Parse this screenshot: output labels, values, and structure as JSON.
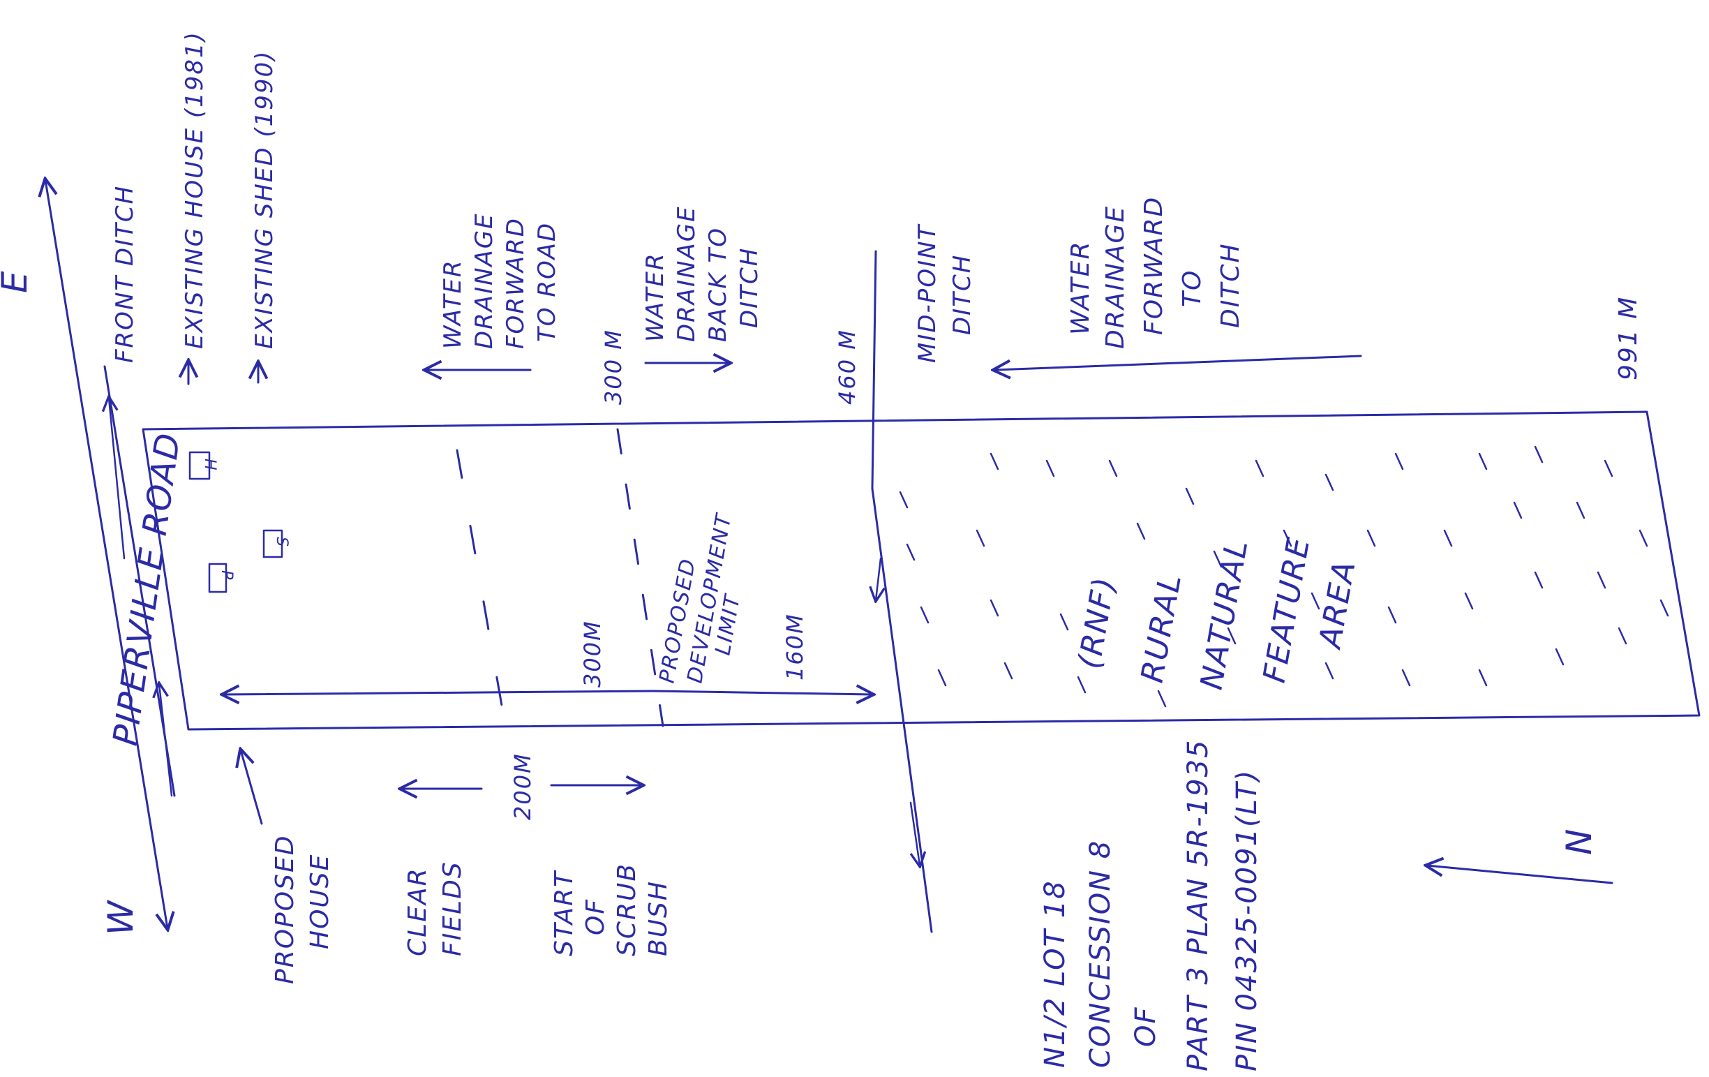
{
  "compass": {
    "east": "E",
    "west": "W",
    "north": "N"
  },
  "road": {
    "name": "PIPERVILLE ROAD",
    "ditch": "FRONT DITCH"
  },
  "existing": {
    "house": "EXISTING HOUSE (1981)",
    "shed": "EXISTING SHED (1990)"
  },
  "drainage": {
    "forward_road": [
      "WATER",
      "DRAINAGE",
      "FORWARD",
      "TO ROAD"
    ],
    "back_ditch": [
      "WATER",
      "DRAINAGE",
      "BACK TO",
      "DITCH"
    ],
    "forward_ditch": [
      "WATER",
      "DRAINAGE",
      "FORWARD",
      "TO",
      "DITCH"
    ]
  },
  "distances": {
    "d300_top": "300 M",
    "d460": "460 M",
    "d991": "991 M",
    "d300": "300M",
    "d160": "160M",
    "d200": "200M"
  },
  "midpoint_ditch": [
    "MID-POINT",
    "DITCH"
  ],
  "markers": {
    "house": "H",
    "shed": "S",
    "proposed": "P"
  },
  "dev_limit": [
    "PROPOSED",
    "DEVELOPMENT",
    "LIMIT"
  ],
  "rnf": [
    "(RNF)",
    "RURAL",
    "NATURAL",
    "FEATURE",
    "AREA"
  ],
  "bottom_notes": {
    "proposed_house": [
      "PROPOSED",
      "HOUSE"
    ],
    "clear_fields": [
      "CLEAR",
      "FIELDS"
    ],
    "scrub": [
      "START",
      "OF",
      "SCRUB",
      "BUSH"
    ]
  },
  "legal": [
    "N1/2 LOT 18",
    "CONCESSION 8",
    "OF",
    "PART 3  PLAN 5R-1935",
    "PIN 04325-0091(LT)"
  ],
  "colors": {
    "ink": "#2b2ba6",
    "paper": "#ffffff"
  }
}
